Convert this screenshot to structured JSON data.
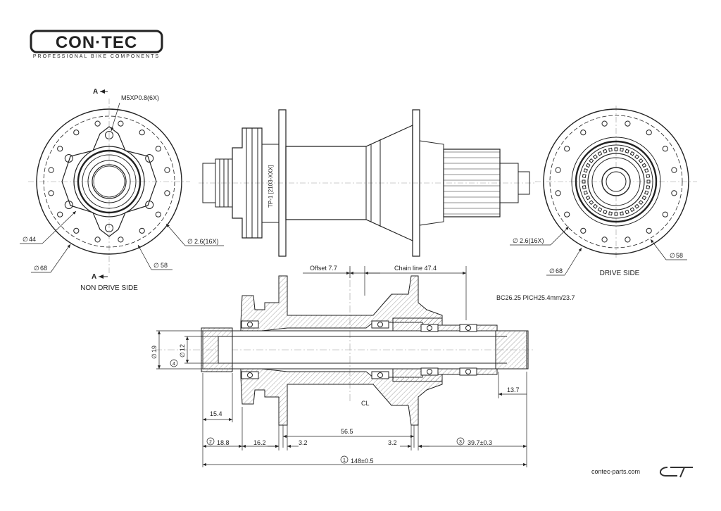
{
  "brand": {
    "logo_text": "CON·TEC",
    "tagline": "PROFESSIONAL BIKE COMPONENTS",
    "website": "contec-parts.com"
  },
  "views": {
    "non_drive": {
      "section_mark_top": "A",
      "section_mark_bottom": "A",
      "thread": "M5XP0.8(6X)",
      "d44": "44",
      "d68": "68",
      "d58": "58",
      "spoke_hole": "2.6(16X)",
      "caption": "NON DRIVE SIDE"
    },
    "side": {
      "engraving": "TP-1 [2103-XXX]"
    },
    "drive": {
      "spoke_hole": "2.6(16X)",
      "d68": "68",
      "d58": "58",
      "caption": "DRIVE SIDE"
    }
  },
  "section": {
    "offset": "Offset 7.7",
    "chain_line": "Chain line 47.4",
    "freehub_spec": "BC26.25 PICH25.4mm/23.7",
    "centerline": "CL",
    "d19": "19",
    "d12": "12",
    "callout_4": "4",
    "d13_7": "13.7",
    "d15_4": "15.4",
    "d56_5": "56.5",
    "callout_2": "2",
    "d18_8": "18.8",
    "d16_2": "16.2",
    "d3_2_left": "3.2",
    "d3_2_right": "3.2",
    "callout_3": "3",
    "d39_7": "39.7±0.3",
    "callout_1": "1",
    "d148": "148±0.5"
  },
  "symbols": {
    "diameter": "∅"
  }
}
